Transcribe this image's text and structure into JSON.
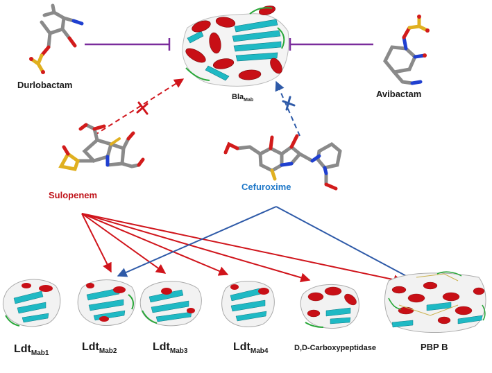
{
  "enzyme_label": {
    "main": "Bla",
    "sub": "Mab"
  },
  "inhibitors": {
    "left": "Durlobactam",
    "right": "Avibactam"
  },
  "antibiotics": {
    "red": "Sulopenem",
    "blue": "Cefuroxime"
  },
  "targets": [
    {
      "main": "Ldt",
      "sub": "Mab1"
    },
    {
      "main": "Ldt",
      "sub": "Mab2"
    },
    {
      "main": "Ldt",
      "sub": "Mab3"
    },
    {
      "main": "Ldt",
      "sub": "Mab4"
    },
    {
      "main": "D,D-Carboxypeptidase",
      "sub": ""
    },
    {
      "main": "PBP B",
      "sub": ""
    }
  ],
  "colors": {
    "inhibition": "#7a2c9c",
    "sulopenem": "#d0141b",
    "cefuroxime": "#2e5aa8",
    "helix": "#c80f16",
    "sheet": "#1fb9c4",
    "loop_coil": "#2aa83a",
    "atom_carbon": "#8a8a8a",
    "atom_oxygen": "#d21b1b",
    "atom_nitrogen": "#2040d0",
    "atom_sulfur": "#e0b020"
  }
}
